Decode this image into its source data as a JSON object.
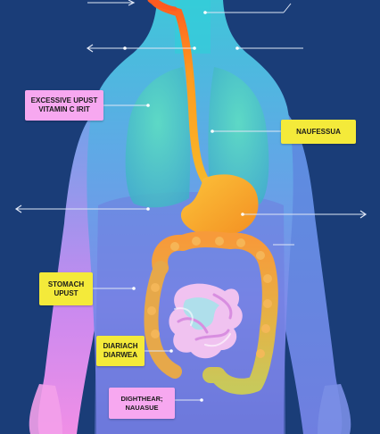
{
  "labels": {
    "vitamin": {
      "line1": "EXCESSIVE UPUST",
      "line2": "VITAMIN C IRIT"
    },
    "nausea": {
      "line1": "NAUFESSUA"
    },
    "stomach": {
      "line1": "STOMACH",
      "line2": "UPUST"
    },
    "diarrhea": {
      "line1": "DIARIACH",
      "line2": "DIARWEA"
    },
    "heartburn": {
      "line1": "DIGHTHEAR;",
      "line2": "NAUASUE"
    }
  },
  "colors": {
    "background": "#1a3d78",
    "vitamin_box": "#f7a8f0",
    "nausea_box": "#f4ea3a",
    "stomach_box": "#f4ea3a",
    "diarrhea_box": "#f4ea3a",
    "heartburn_box": "#f7a8f0",
    "esophagus": "#ff8a1a",
    "stomach": "#f9b629",
    "large_intestine": "#f39a3c",
    "small_intestine": "#f2c0ee"
  }
}
